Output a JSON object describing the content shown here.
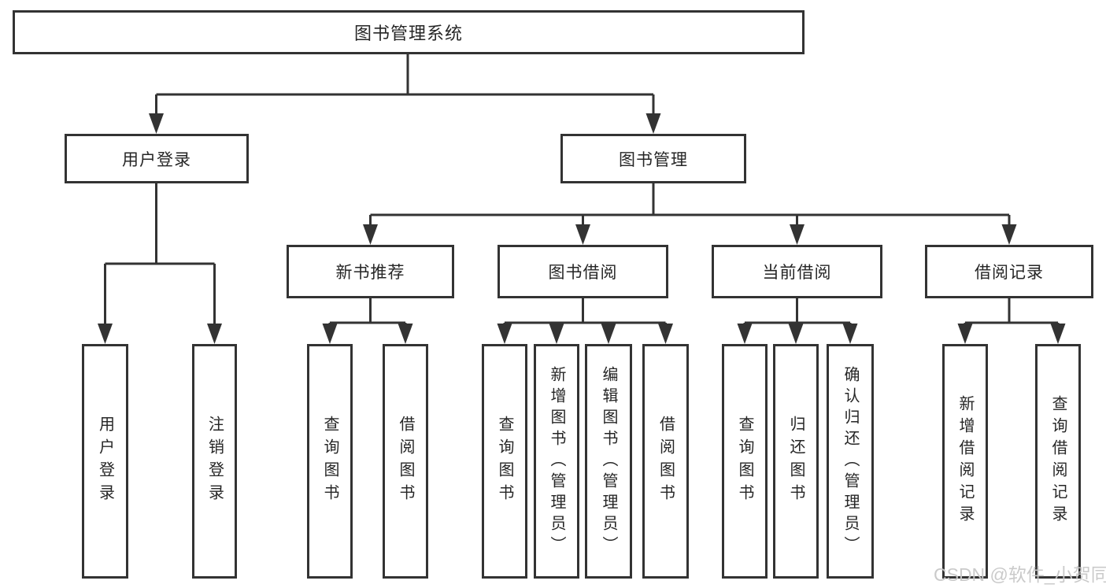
{
  "root": {
    "label": "图书管理系统"
  },
  "level2": [
    {
      "label": "用户登录"
    },
    {
      "label": "图书管理"
    }
  ],
  "level3": [
    {
      "label": "新书推荐"
    },
    {
      "label": "图书借阅"
    },
    {
      "label": "当前借阅"
    },
    {
      "label": "借阅记录"
    }
  ],
  "leaves": {
    "login": [
      "用户登录",
      "注销登录"
    ],
    "newbook": [
      "查询图书",
      "借阅图书"
    ],
    "borrow": [
      "查询图书",
      "新增图书（管理员）",
      "编辑图书（管理员）",
      "借阅图书"
    ],
    "current": [
      "查询图书",
      "归还图书",
      "确认归还（管理员）"
    ],
    "record": [
      "新增借阅记录",
      "查询借阅记录"
    ]
  },
  "watermark": {
    "text": "CSDN @软件_小贺同学",
    "color": "#c8c8c8"
  },
  "colors": {
    "line": "#333333",
    "box_border": "#333333",
    "text": "#262626",
    "background": "#ffffff"
  }
}
